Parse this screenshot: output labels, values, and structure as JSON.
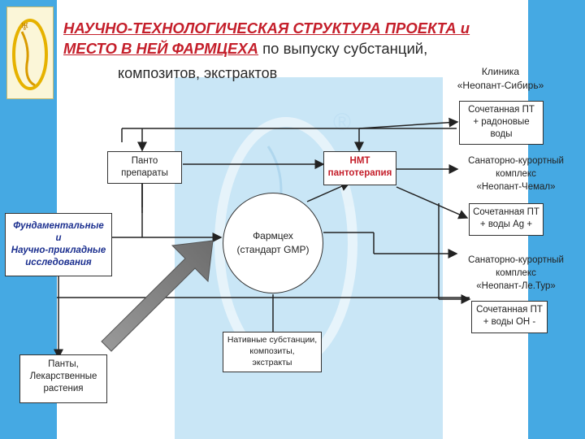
{
  "title": {
    "red_line1": "НАУЧНО-ТЕХНОЛОГИЧЕСКАЯ СТРУКТУРА ПРОЕКТА и",
    "red_line2": "МЕСТО В НЕЙ ФАРМЦЕХА",
    "black_tail": " по выпуску субстанций,",
    "line3": "композитов, экстрактов"
  },
  "clinic": {
    "line1": "Клиника",
    "line2": "«Неопант-Сибирь»"
  },
  "nodes": {
    "panto": {
      "line1": "Панто",
      "line2": "препараты"
    },
    "nmt": {
      "line1": "НМТ",
      "line2": "пантотерапия"
    },
    "fundamental": {
      "line1": "Фундаментальные",
      "line2": "и",
      "line3": "Научно-прикладные",
      "line4": "исследования"
    },
    "pharmceh": {
      "line1": "Фармцех",
      "line2": "(стандарт GMP)"
    },
    "native": {
      "line1": "Нативные субстанции,",
      "line2": "композиты,",
      "line3": "экстракты"
    },
    "pants": {
      "line1": "Панты,",
      "line2": "Лекарственные",
      "line3": "растения"
    },
    "radon": {
      "line1": "Сочетанная ПТ",
      "line2": "+ радоновые",
      "line3": "воды"
    },
    "chemal": {
      "line1": "Санаторно-курортный",
      "line2": "комплекс",
      "line3": "«Неопант-Чемал»"
    },
    "ag": {
      "line1": "Сочетанная ПТ",
      "line2": "+ воды Ag +"
    },
    "letur": {
      "line1": "Санаторно-курортный",
      "line2": "комплекс",
      "line3": "«Неопант-Ле.Тур»"
    },
    "oh": {
      "line1": "Сочетанная ПТ",
      "line2": "+ воды ОН -"
    }
  },
  "watermark": {
    "registered": "®"
  },
  "colors": {
    "stripe": "#45a9e3",
    "title_red": "#c41e2a",
    "tint": "#c9e6f6",
    "box_blue": "#1b2f8f",
    "arrow_gray": "#8a8a8a"
  }
}
